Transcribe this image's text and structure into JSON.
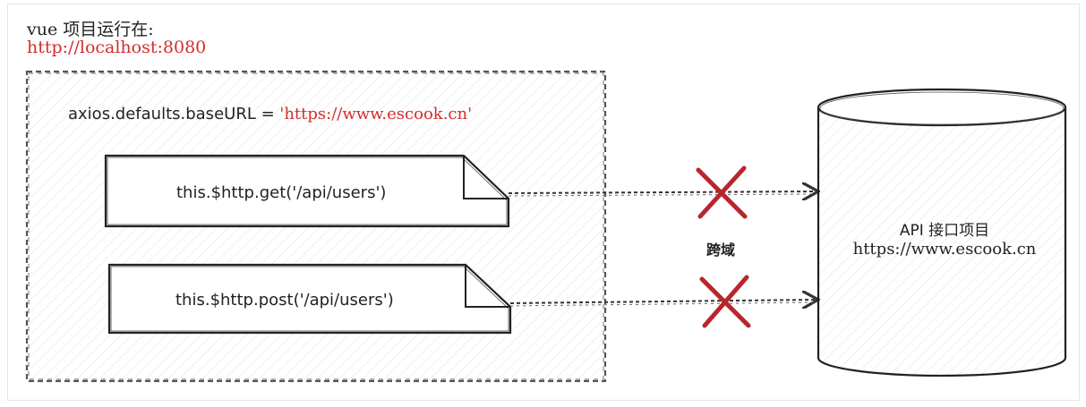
{
  "frontend": {
    "title": "vue 项目运行在:",
    "url": "http://localhost:8080",
    "axios_prefix": "axios.defaults.baseURL = ",
    "axios_value": "'https://www.escook.cn'"
  },
  "requests": [
    {
      "code": "this.$http.get('/api/users')"
    },
    {
      "code": "this.$http.post('/api/users')"
    }
  ],
  "cors_label": "跨域",
  "server": {
    "name": "API 接口项目",
    "url": "https://www.escook.cn"
  },
  "colors": {
    "accent_red": "#d62c2c",
    "cross_red": "#b8262d",
    "stroke": "#333333",
    "hatch": "#e6e6e6"
  }
}
